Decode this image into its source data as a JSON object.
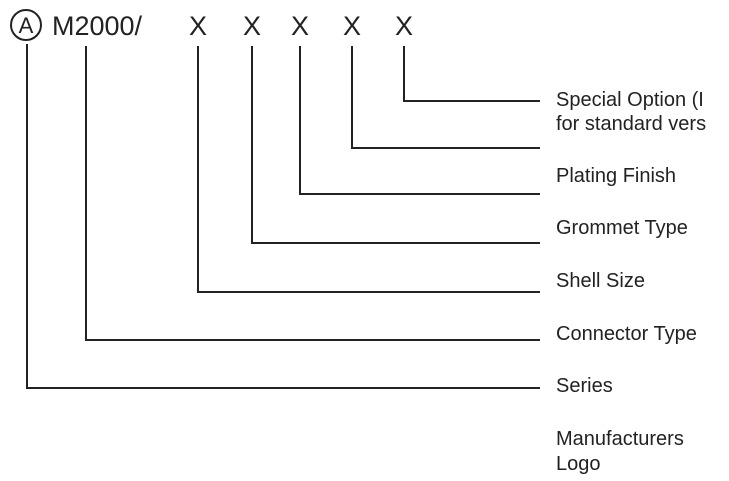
{
  "code": {
    "logo_mark": "A",
    "prefix": "M2000/",
    "placeholders": [
      "X",
      "X",
      "X",
      "X",
      "X"
    ]
  },
  "labels": {
    "special_option_line1": "Special Option (I",
    "special_option_line2": "for standard vers",
    "plating_finish": "Plating Finish",
    "grommet_type": "Grommet Type",
    "shell_size": "Shell Size",
    "connector_type": "Connector Type",
    "series": "Series",
    "manufacturers_logo_line1": "Manufacturers",
    "manufacturers_logo_line2": "Logo"
  },
  "colors": {
    "ink": "#222222",
    "background": "#ffffff"
  }
}
